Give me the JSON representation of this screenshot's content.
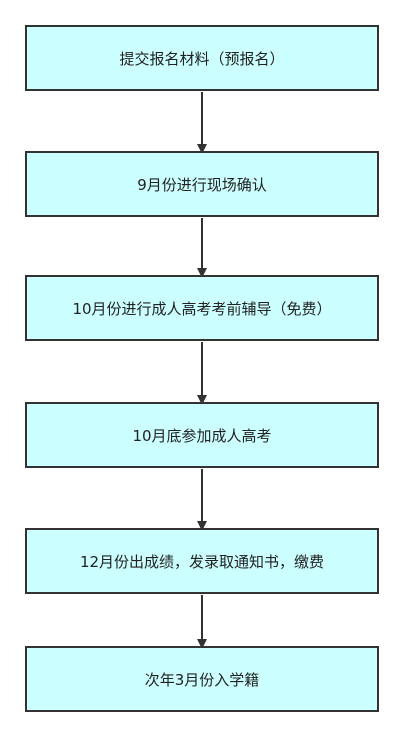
{
  "flowchart": {
    "steps": [
      {
        "label": "提交报名材料（预报名）"
      },
      {
        "label": "9月份进行现场确认"
      },
      {
        "label": "10月份进行成人高考考前辅导（免费）"
      },
      {
        "label": "10月底参加成人高考"
      },
      {
        "label": "12月份出成绩，发录取通知书，缴费"
      },
      {
        "label": "次年3月份入学籍"
      }
    ],
    "colors": {
      "box_fill": "#ccffff",
      "box_border": "#333333",
      "arrow": "#333333"
    }
  }
}
